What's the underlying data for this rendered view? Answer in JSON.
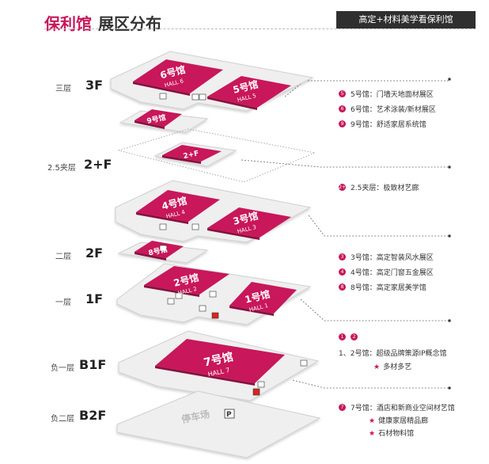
{
  "header": {
    "title_brand": "保利馆",
    "title_sub": "展区分布",
    "slogan": "高定+材料美学看保利馆"
  },
  "floors": [
    {
      "cn": "三层",
      "code": "3F"
    },
    {
      "cn": "2.5夹层",
      "code": "2+F"
    },
    {
      "cn": "二层",
      "code": "2F"
    },
    {
      "cn": "一层",
      "code": "1F"
    },
    {
      "cn": "负一层",
      "code": "B1F"
    },
    {
      "cn": "负二层",
      "code": "B2F"
    }
  ],
  "halls": {
    "h6_cn": "6号馆",
    "h6_en": "HALL 6",
    "h5_cn": "5号馆",
    "h5_en": "HALL 5",
    "h9_cn": "9号馆",
    "h2p_cn": "2+F",
    "h4_cn": "4号馆",
    "h4_en": "HALL 4",
    "h3_cn": "3号馆",
    "h3_en": "HALL 3",
    "h8_cn": "8号馆",
    "h2_cn": "2号馆",
    "h2_en": "HALL 2",
    "h1_cn": "1号馆",
    "h1_en": "HALL 1",
    "h7_cn": "7号馆",
    "h7_en": "HALL 7",
    "parking_cn": "停车场",
    "parking_icon": "P"
  },
  "legend": {
    "f3": [
      {
        "num": "5",
        "text": "5号馆：门墙天地面材展区"
      },
      {
        "num": "6",
        "text": "6号馆：艺术涂装/新材展区"
      },
      {
        "num": "9",
        "text": "9号馆：舒适家居系统馆"
      }
    ],
    "f25": [
      {
        "num": "2+",
        "text": "2.5夹层：极致材艺廊"
      }
    ],
    "f2": [
      {
        "num": "3",
        "text": "3号馆：高定智装风水展区"
      },
      {
        "num": "4",
        "text": "4号馆：高定门窗五金展区"
      },
      {
        "num": "8",
        "text": "8号馆：高定家居美学馆"
      }
    ],
    "b1": {
      "num1": "1",
      "num2": "2",
      "title": "1、2号馆：超级品牌策源IP概念馆",
      "items": [
        "多材多艺"
      ]
    },
    "b2": {
      "num": "7",
      "title": "7号馆：酒店和新商业空间材艺馆",
      "items": [
        "健康家居精品廊",
        "石材物料馆"
      ]
    }
  },
  "colors": {
    "accent": "#c8175a",
    "accent_dark": "#8c0f3f",
    "floor": "#efefef",
    "floor_edge": "#d3d3d3",
    "dark": "#2f2f2f"
  }
}
